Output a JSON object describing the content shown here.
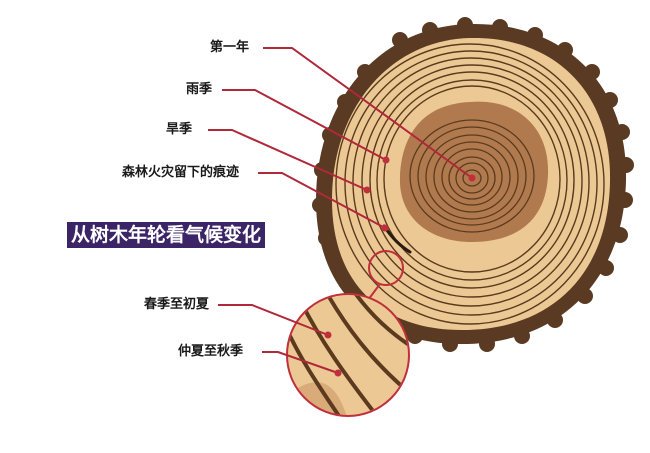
{
  "diagram": {
    "title": "从树木年轮看气候变化",
    "labels": {
      "first_year": "第一年",
      "rainy_season": "雨季",
      "dry_season": "旱季",
      "fire_scar": "森林火灾留下的痕迹",
      "spring_to_early_summer": "春季至初夏",
      "midsummer_to_autumn": "仲夏至秋季"
    },
    "colors": {
      "bark": "#5a3a22",
      "sapwood": "#ecc994",
      "sapwood_light": "#f3d8a8",
      "heartwood": "#b07a4e",
      "ring_line": "#5b3a1e",
      "pointer": "#c0303c",
      "banner_bg": "#3b2566",
      "banner_text": "#ffffff"
    }
  }
}
